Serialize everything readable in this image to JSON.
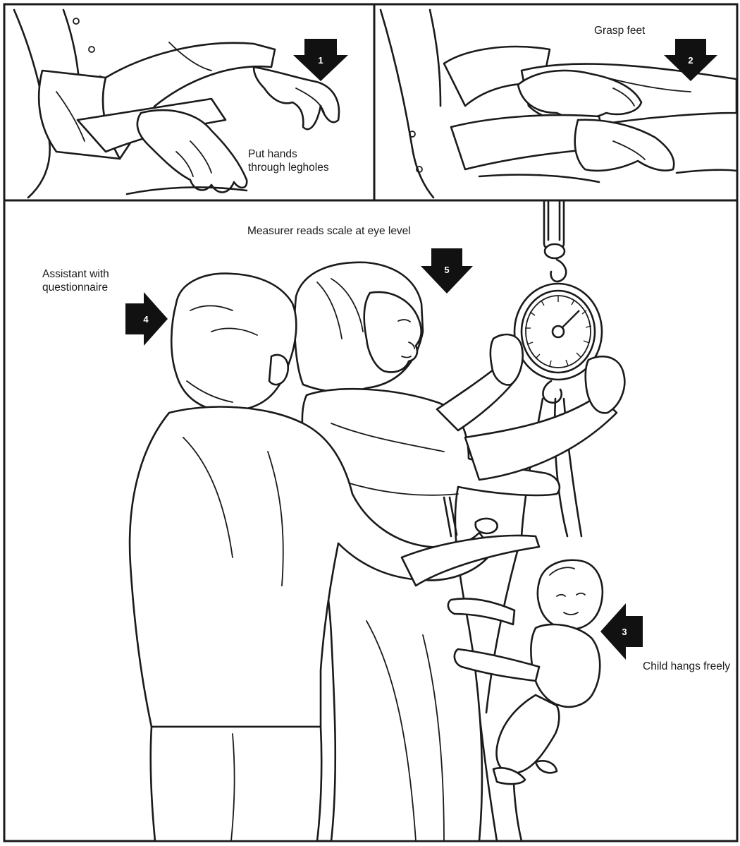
{
  "panels": [
    {
      "step": "1",
      "caption": [
        "Put hands",
        "through legholes"
      ]
    },
    {
      "step": "2",
      "caption": [
        "Grasp feet"
      ]
    }
  ],
  "main": {
    "measurer_caption": "Measurer reads scale at eye level",
    "measurer_step": "5",
    "assistant_caption": [
      "Assistant with",
      "questionnaire"
    ],
    "assistant_step": "4",
    "child_caption": "Child hangs freely",
    "child_step": "3"
  },
  "colors": {
    "ink": "#1a1a1a",
    "arrow": "#111111",
    "background": "#ffffff"
  },
  "icons": [
    "down-arrow-icon",
    "right-arrow-icon",
    "left-arrow-icon"
  ]
}
